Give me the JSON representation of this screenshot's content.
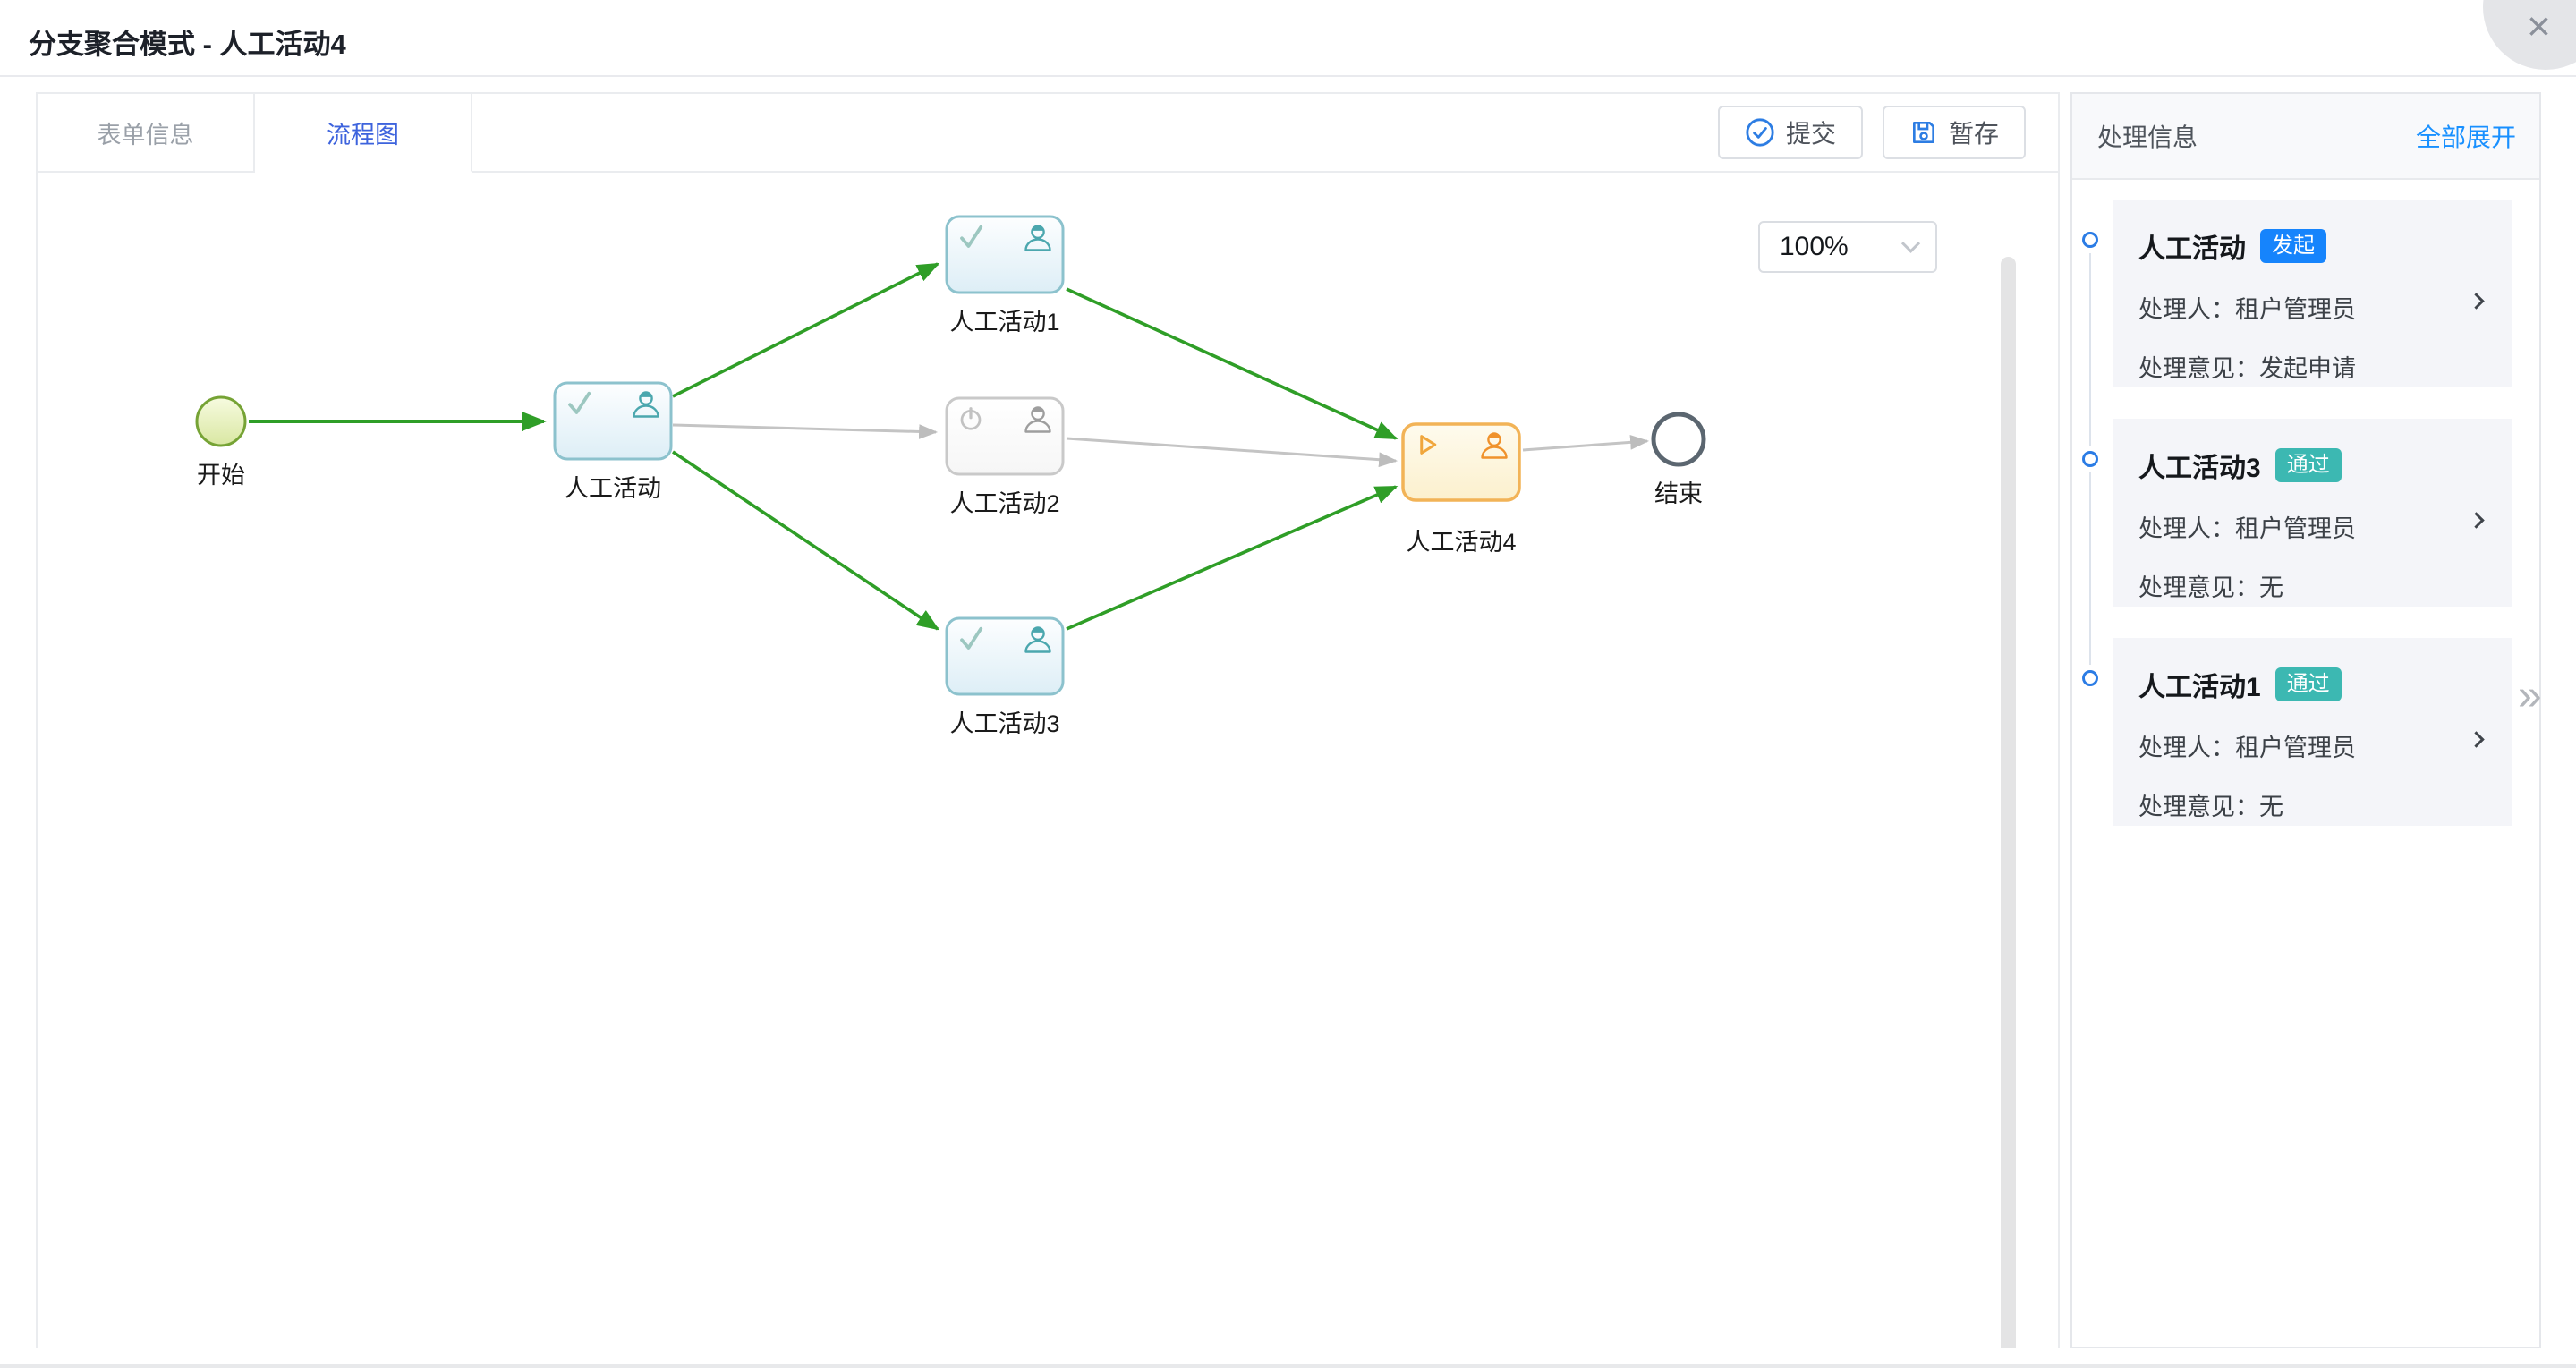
{
  "header": {
    "title": "分支聚合模式 - 人工活动4",
    "close_icon": "×"
  },
  "tabs": [
    {
      "label": "表单信息",
      "active": false
    },
    {
      "label": "流程图",
      "active": true
    }
  ],
  "toolbar": {
    "submit_label": "提交",
    "save_label": "暂存"
  },
  "canvas": {
    "zoom_value": "100%"
  },
  "flowchart": {
    "nodes": [
      {
        "id": "start",
        "label": "开始",
        "type": "start-event",
        "status": "completed"
      },
      {
        "id": "act",
        "label": "人工活动",
        "type": "user-task",
        "status": "completed"
      },
      {
        "id": "act1",
        "label": "人工活动1",
        "type": "user-task",
        "status": "completed"
      },
      {
        "id": "act2",
        "label": "人工活动2",
        "type": "user-task",
        "status": "not-executed"
      },
      {
        "id": "act3",
        "label": "人工活动3",
        "type": "user-task",
        "status": "completed"
      },
      {
        "id": "act4",
        "label": "人工活动4",
        "type": "user-task",
        "status": "current"
      },
      {
        "id": "end",
        "label": "结束",
        "type": "end-event",
        "status": "pending"
      }
    ],
    "colors": {
      "done_edge": "#2f9e27",
      "idle_edge": "#bdbdbd",
      "current_node": "#f2b357"
    }
  },
  "panel": {
    "title": "处理信息",
    "expand_all_label": "全部展开",
    "items": [
      {
        "title": "人工活动",
        "badge": "发起",
        "badge_color": "#1684fc",
        "handler_label": "处理人：",
        "handler": "租户管理员",
        "opinion_label": "处理意见：",
        "opinion": "发起申请"
      },
      {
        "title": "人工活动3",
        "badge": "通过",
        "badge_color": "#3cb8b2",
        "handler_label": "处理人：",
        "handler": "租户管理员",
        "opinion_label": "处理意见：",
        "opinion": "无"
      },
      {
        "title": "人工活动1",
        "badge": "通过",
        "badge_color": "#3cb8b2",
        "handler_label": "处理人：",
        "handler": "租户管理员",
        "opinion_label": "处理意见：",
        "opinion": "无"
      }
    ]
  },
  "colors": {
    "tab_active": "#3d63dd",
    "link_blue": "#1890ff",
    "button_icon_blue": "#2d7de3"
  }
}
